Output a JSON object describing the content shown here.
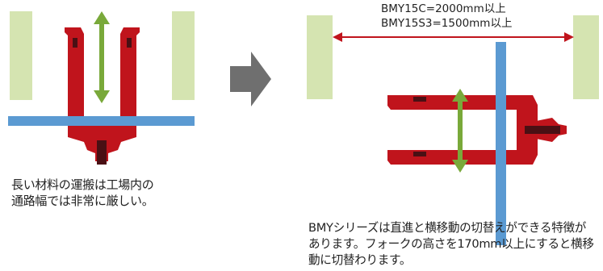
{
  "colors": {
    "pallet_green": "#d5e4b1",
    "pallet_blue": "#5b9ad2",
    "truck_red": "#c0141c",
    "truck_dark": "#4a1014",
    "arrow_green": "#79a93a",
    "dim_arrow_red": "#c0141c",
    "transition_arrow": "#6f6f6f"
  },
  "left_panel": {
    "caption_lines": [
      "長い材料の運搬は工場内の",
      "通路幅では非常に厳しい。"
    ]
  },
  "right_panel": {
    "dimension_labels": [
      "BMY15C=2000mm以上",
      "BMY15S3=1500mm以上"
    ],
    "caption_lines": [
      "BMYシリーズは直進と横移動の切替えができる特徴が",
      "あります。フォークの高さを170mm以上にすると横移",
      "動に切替わります。"
    ]
  },
  "icons": {
    "transition": "right-arrow-icon",
    "movement": "double-headed-arrow-icon"
  }
}
